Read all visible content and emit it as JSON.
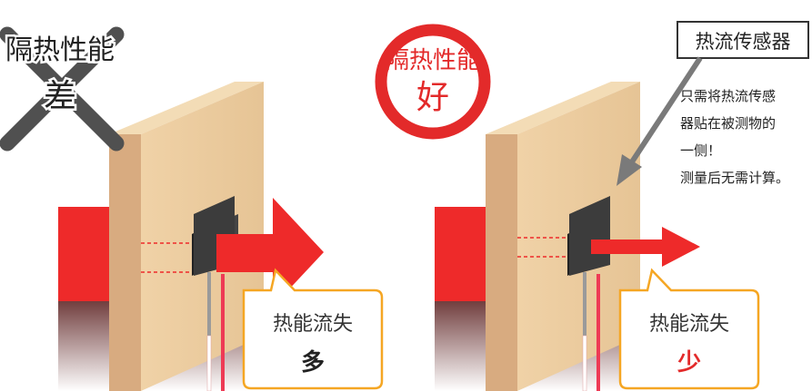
{
  "left_panel": {
    "label_line1": "隔热性能",
    "label_line2": "差",
    "bubble_line1": "热能流失",
    "bubble_line2": "多"
  },
  "right_panel": {
    "label_line1": "隔热性能",
    "label_line2": "好",
    "bubble_line1": "热能流失",
    "bubble_line2": "少"
  },
  "sensor_label": "热流传感器",
  "description_lines": [
    "只需将热流传感",
    "器贴在被测物的",
    "一侧！",
    "测量后无需计算。"
  ],
  "colors": {
    "heat_red": "#ee2a2a",
    "circle_red": "#e32a2a",
    "cross_gray": "#505050",
    "bubble_border": "#f5a623",
    "wood_front": "#e8c79a",
    "wood_side": "#d8ab80",
    "sensor": "#3a3a3a",
    "floor_dark": "#7a4545",
    "less_red": "#e32a2a"
  }
}
